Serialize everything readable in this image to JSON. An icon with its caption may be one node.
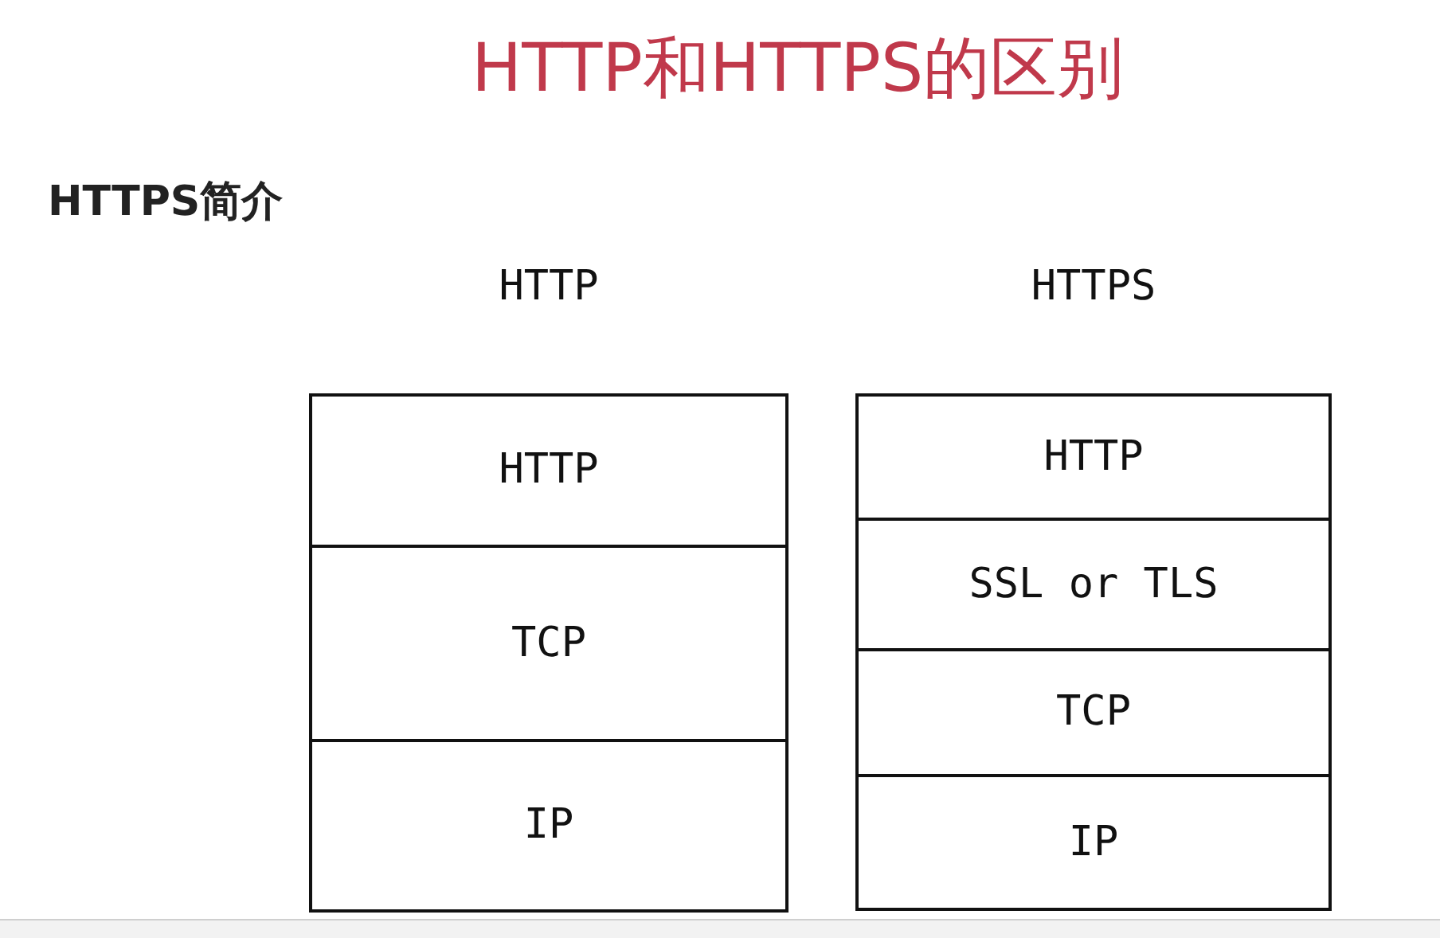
{
  "diagram": {
    "title": "HTTP和HTTPS的区别",
    "nodes": [
      {
        "text": [
          "HTTP"
        ]
      },
      {
        "text": [
          "HTTP"
        ],
        "in": 0
      },
      {
        "text": [
          "TCP"
        ],
        "in": 0
      },
      {
        "text": [
          "IP"
        ],
        "in": 0
      },
      {
        "text": [
          "HTTPS"
        ]
      },
      {
        "text": [
          "HTTP"
        ],
        "in": 4
      },
      {
        "text": [
          "SSL or TLS"
        ],
        "in": 4
      },
      {
        "text": [
          "TCP"
        ],
        "in": 4
      },
      {
        "text": [
          "IP"
        ],
        "in": 4
      }
    ],
    "edges": [],
    "labels": [
      "HTTPS简介"
    ]
  }
}
